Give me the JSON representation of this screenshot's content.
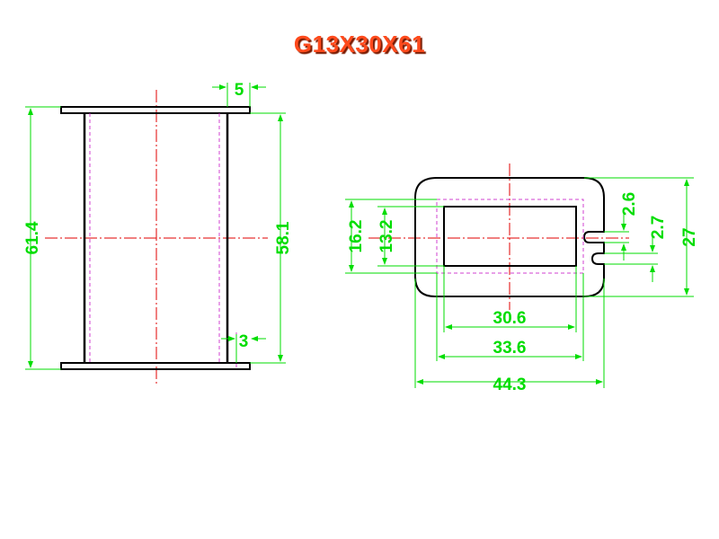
{
  "title": "G13X30X61",
  "colors": {
    "title": "#ff4a1c",
    "dimension": "#00dd00",
    "outline": "#000000",
    "hidden_line": "#d040d0",
    "centerline": "#e00000"
  },
  "side_view": {
    "overall_height": "61.4",
    "inner_height": "58.1",
    "flange_width": "5",
    "flange_thickness": "3"
  },
  "end_view": {
    "outer_height": "16.2",
    "inner_height": "13.2",
    "inner_width": "30.6",
    "middle_width": "33.6",
    "outer_width": "44.3",
    "slot_width": "2.6",
    "slot_depth": "2.7",
    "overall_height": "27"
  }
}
